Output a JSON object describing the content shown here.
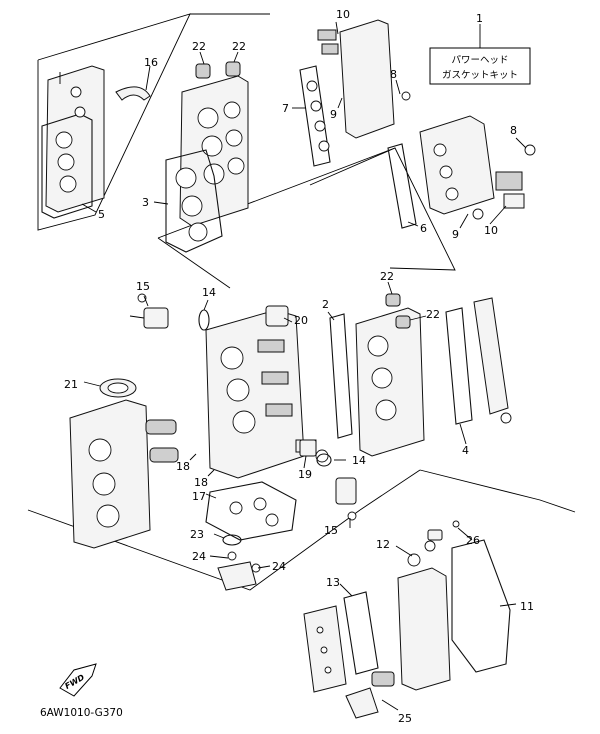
{
  "diagram": {
    "kit_label_line1": "パワーヘッド",
    "kit_label_line2": "ガスケットキット",
    "drawing_code": "6AW1010-G370",
    "fwd_label": "FWD",
    "callouts": [
      {
        "id": "c1",
        "text": "1"
      },
      {
        "id": "c2",
        "text": "2"
      },
      {
        "id": "c3",
        "text": "3"
      },
      {
        "id": "c4",
        "text": "4"
      },
      {
        "id": "c5",
        "text": "5"
      },
      {
        "id": "c6",
        "text": "6"
      },
      {
        "id": "c7",
        "text": "7"
      },
      {
        "id": "c8a",
        "text": "8"
      },
      {
        "id": "c8b",
        "text": "8"
      },
      {
        "id": "c9a",
        "text": "9"
      },
      {
        "id": "c9b",
        "text": "9"
      },
      {
        "id": "c10a",
        "text": "10"
      },
      {
        "id": "c10b",
        "text": "10"
      },
      {
        "id": "c11",
        "text": "11"
      },
      {
        "id": "c12",
        "text": "12"
      },
      {
        "id": "c13",
        "text": "13"
      },
      {
        "id": "c14a",
        "text": "14"
      },
      {
        "id": "c14b",
        "text": "14"
      },
      {
        "id": "c15a",
        "text": "15"
      },
      {
        "id": "c15b",
        "text": "15"
      },
      {
        "id": "c16",
        "text": "16"
      },
      {
        "id": "c17",
        "text": "17"
      },
      {
        "id": "c18a",
        "text": "18"
      },
      {
        "id": "c18b",
        "text": "18"
      },
      {
        "id": "c19",
        "text": "19"
      },
      {
        "id": "c20",
        "text": "20"
      },
      {
        "id": "c21",
        "text": "21"
      },
      {
        "id": "c22a",
        "text": "22"
      },
      {
        "id": "c22b",
        "text": "22"
      },
      {
        "id": "c22c",
        "text": "22"
      },
      {
        "id": "c22d",
        "text": "22"
      },
      {
        "id": "c23",
        "text": "23"
      },
      {
        "id": "c24a",
        "text": "24"
      },
      {
        "id": "c24b",
        "text": "24"
      },
      {
        "id": "c25",
        "text": "25"
      },
      {
        "id": "c26",
        "text": "26"
      }
    ]
  }
}
